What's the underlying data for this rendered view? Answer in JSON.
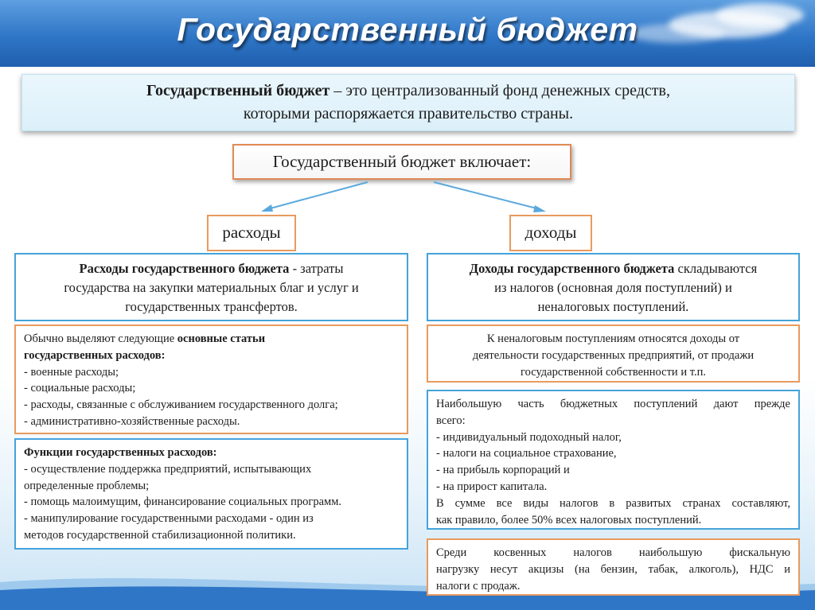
{
  "header": {
    "title": "Государственный бюджет"
  },
  "definition": {
    "term": "Государственный бюджет",
    "rest_line1": " – это централизованный фонд денежных средств,",
    "line2": "которыми распоряжается правительство страны."
  },
  "includes": {
    "label": "Государственный бюджет включает:"
  },
  "branches": {
    "expenses": "расходы",
    "revenues": "доходы"
  },
  "expenses_def": {
    "term": "Расходы государственного бюджета",
    "rest1": " - затраты",
    "line2": "государства на закупки материальных благ и услуг и",
    "line3": "государственных трансфертов."
  },
  "revenues_def": {
    "term": "Доходы государственного бюджета",
    "rest1": " складываются",
    "line2": "из налогов (основная доля поступлений) и",
    "line3": "неналоговых поступлений."
  },
  "expense_items": {
    "intro": "Обычно выделяют следующие ",
    "bold1": "основные статьи",
    "bold2": "государственных расходов:",
    "items": [
      "- военные расходы;",
      "- социальные расходы;",
      "- расходы, связанные с обслуживанием государственного долга;",
      "- административно-хозяйственные расходы."
    ]
  },
  "expense_functions": {
    "title": "Функции государственных расходов:",
    "lines": [
      "- осуществление поддержка предприятий, испытывающих",
      "определенные проблемы;",
      "- помощь малоимущим, финансирование социальных программ.",
      "- манипулирование государственными расходами - один из",
      "методов государственной стабилизационной политики."
    ]
  },
  "non_tax": {
    "lines": [
      "К неналоговым поступлениям относятся доходы от",
      "деятельности государственных предприятий, от продажи",
      "государственной собственности и т.п."
    ]
  },
  "tax_revenues": {
    "lines": [
      "Наибольшую часть бюджетных поступлений дают прежде",
      "всего:",
      "- индивидуальный подоходный налог,",
      "- налоги на социальное страхование,",
      "- на прибыль корпораций и",
      "- на прирост капитала.",
      "В сумме все виды налогов в развитых странах составляют,",
      "как правило, более 50% всех налоговых поступлений."
    ]
  },
  "indirect_taxes": {
    "lines": [
      "Среди косвенных налогов наибольшую фискальную",
      "нагрузку несут акцизы (на бензин, табак, алкоголь), НДС и",
      "налоги с продаж."
    ]
  }
}
